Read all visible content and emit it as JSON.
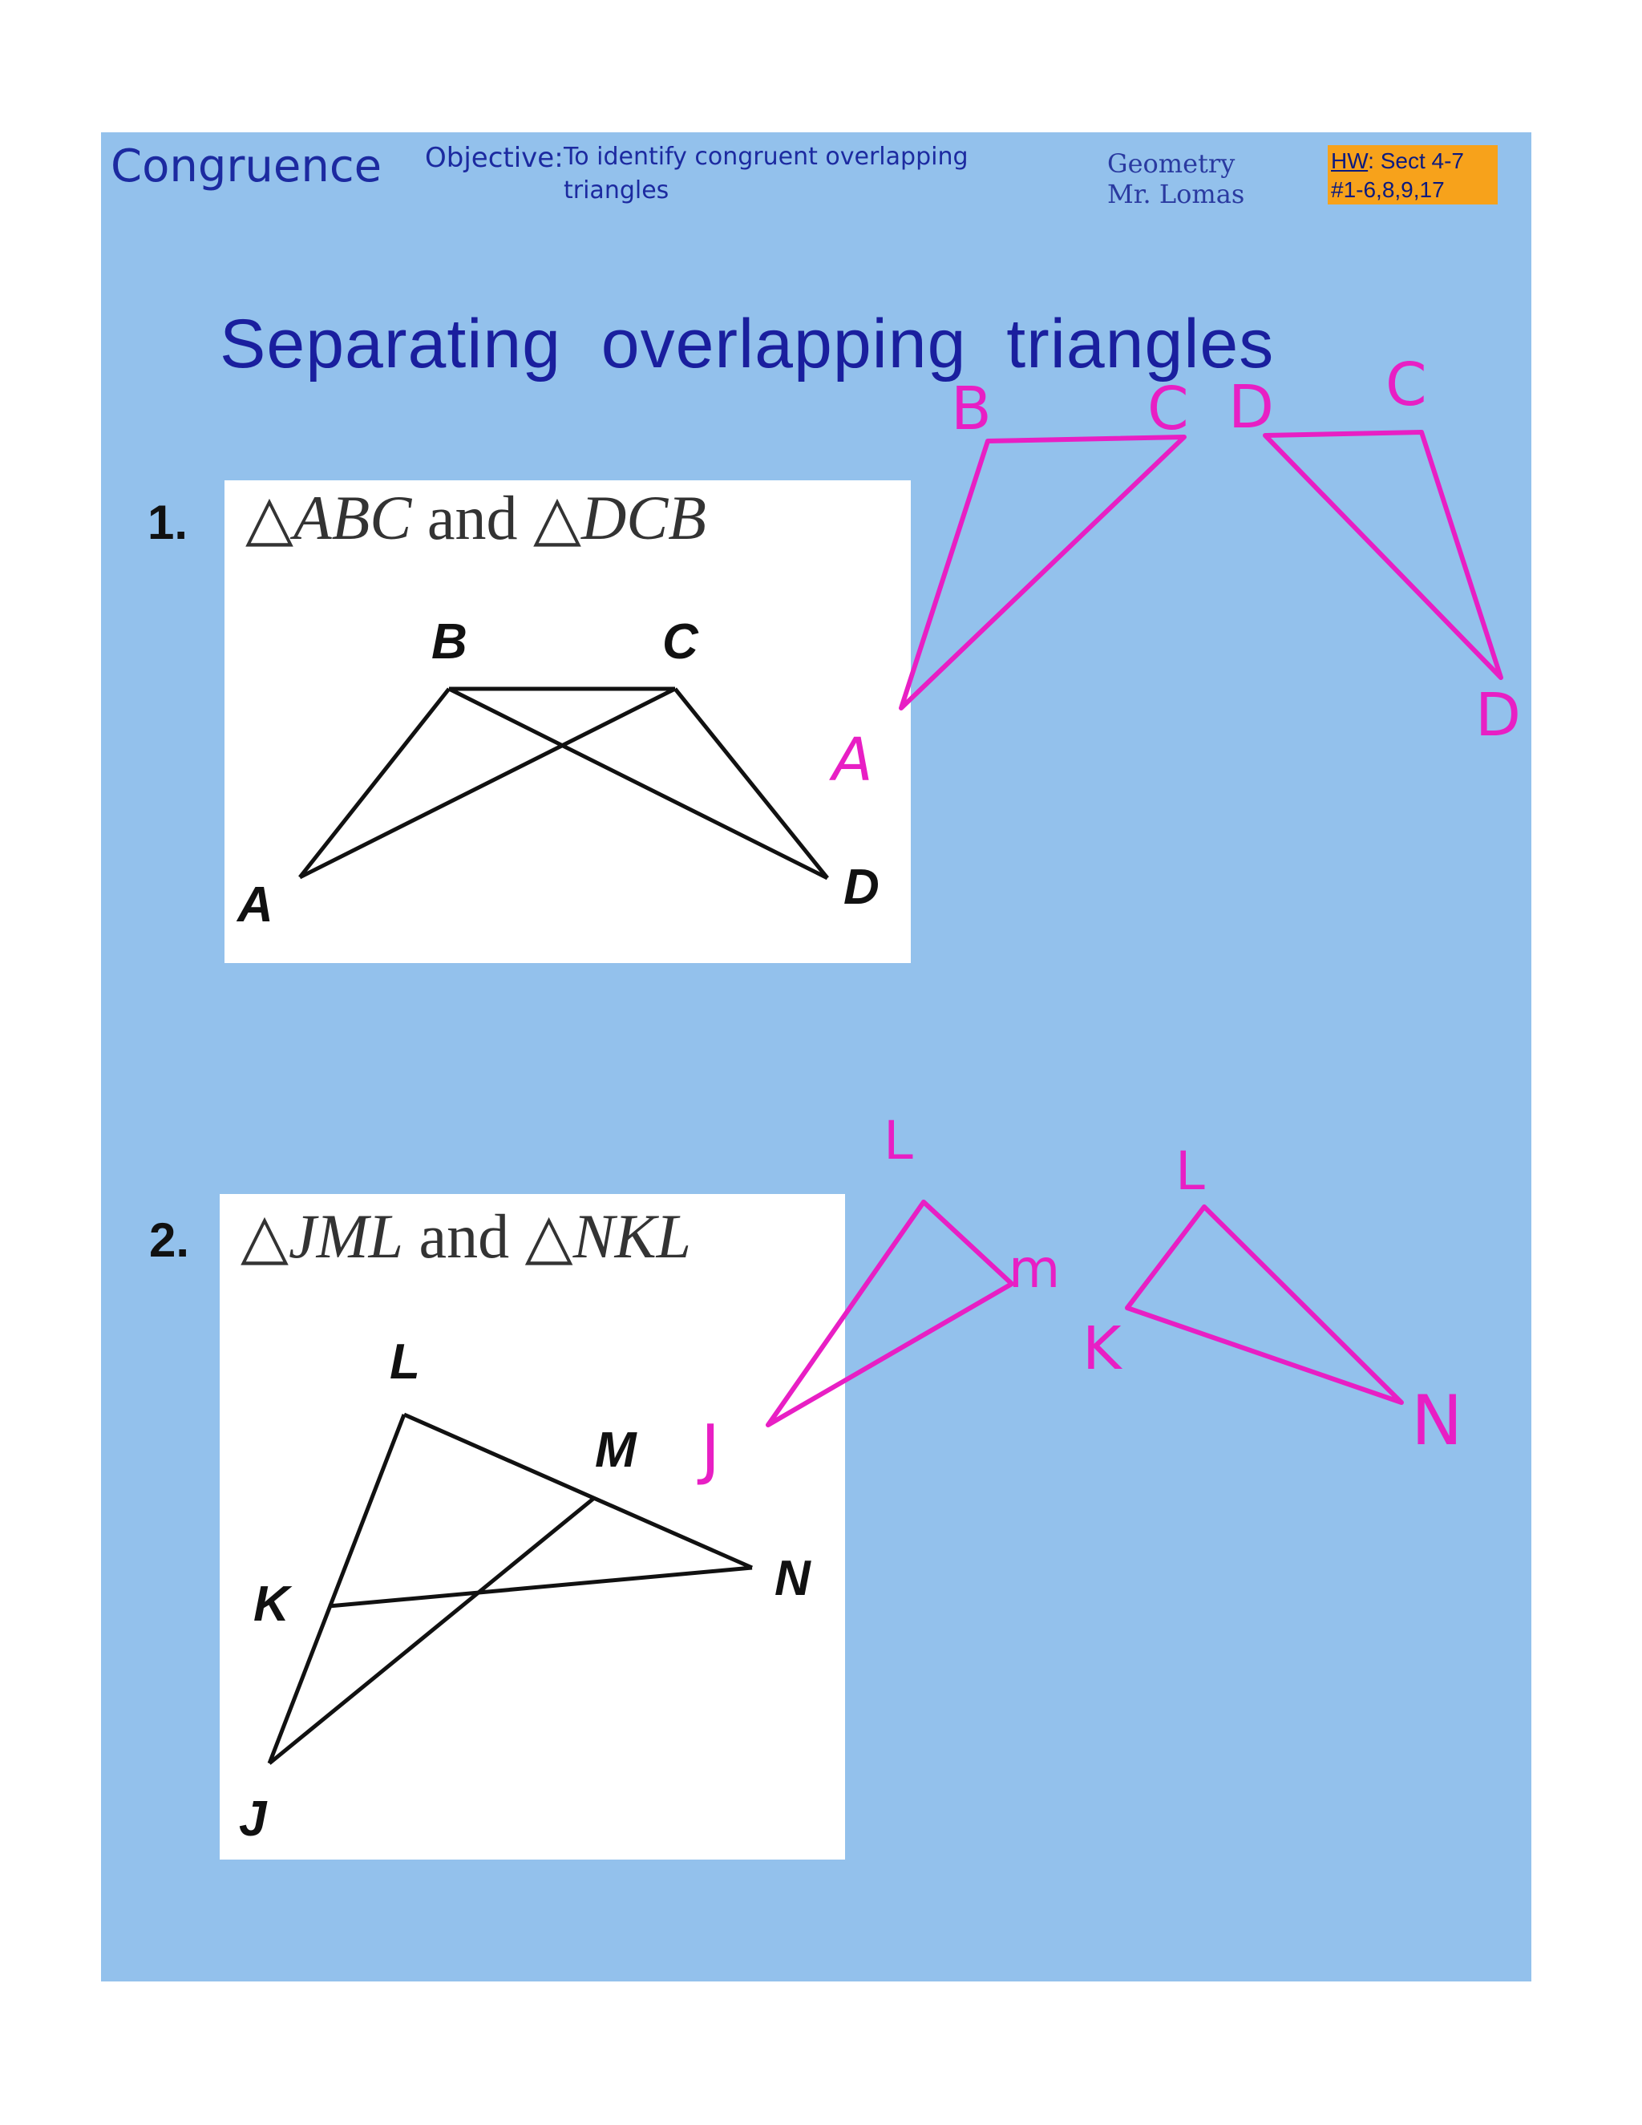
{
  "header": {
    "title": "Congruence",
    "objective_label": "Objective:",
    "objective_text": "To identify congruent overlapping triangles",
    "course_line1": "Geometry",
    "course_line2": "Mr. Lomas",
    "hw_label": "HW",
    "hw_rest": ": Sect 4-7",
    "hw_line2": "#1-6,8,9,17"
  },
  "heading": "Separating  overlapping  triangles",
  "problems": [
    {
      "number": "1.",
      "title_parts": [
        "△",
        "ABC",
        " and △",
        "DCB"
      ],
      "vertex_labels": [
        "B",
        "C",
        "A",
        "D"
      ],
      "handwritten_labels": [
        "B",
        "C",
        "D",
        "C",
        "A",
        "D"
      ]
    },
    {
      "number": "2.",
      "title_parts": [
        "△",
        "JML",
        " and △",
        "NKL"
      ],
      "vertex_labels": [
        "L",
        "M",
        "N",
        "K",
        "J"
      ],
      "handwritten_labels": [
        "L",
        "m",
        "J",
        "L",
        "K",
        "N"
      ]
    }
  ],
  "colors": {
    "slide_bg": "#93c1ec",
    "title_blue": "#1c2aa0",
    "hw_highlight": "#f7a21b",
    "ink_pink": "#e81fc4",
    "diagram_black": "#111111"
  }
}
